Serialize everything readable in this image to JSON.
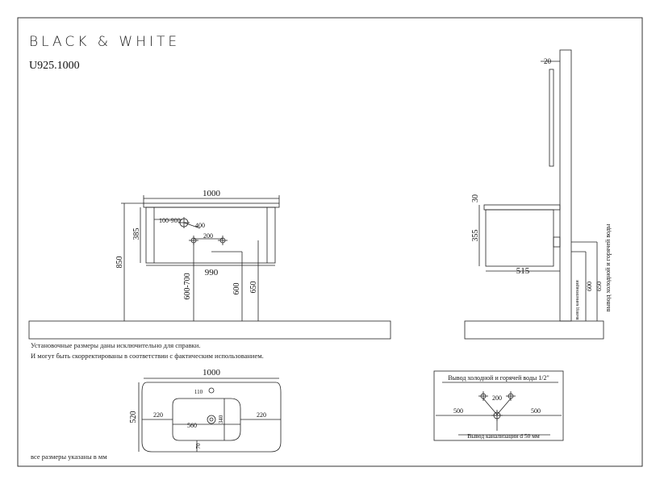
{
  "header": {
    "brand": "BLACK & WHITE",
    "model": "U925.1000"
  },
  "notes": {
    "reference_line1": "Установочные размеры даны исключительно для справки.",
    "reference_line2": "И могут быть скорректированы в соответствии с фактическим использованием.",
    "units": "все размеры указаны в мм"
  },
  "front_view": {
    "width_top": "1000",
    "width_inner": "990",
    "height_cabinet": "385",
    "height_total": "850",
    "range": "100-900",
    "offset": "400",
    "spacing": "200",
    "h_600_700": "600-700",
    "h_600": "600",
    "h_650": "650"
  },
  "side_view": {
    "top_20": "20",
    "slab_30": "30",
    "cabinet_355": "355",
    "depth_515": "515",
    "h_600": "600",
    "h_650": "650",
    "label_drain": "вывод канализации",
    "label_water": "вывод холодной и горячей воды"
  },
  "top_view": {
    "width": "1000",
    "depth": "520",
    "side_left": "220",
    "side_right": "220",
    "inner_width": "560",
    "inner_depth": "340",
    "hole_offset": "110",
    "bottom_offset": "70"
  },
  "legend": {
    "title": "Вывод холодной и горячей воды 1/2\"",
    "spacing": "200",
    "left": "500",
    "right": "500",
    "drain": "Вывод канализации d 50 мм"
  }
}
